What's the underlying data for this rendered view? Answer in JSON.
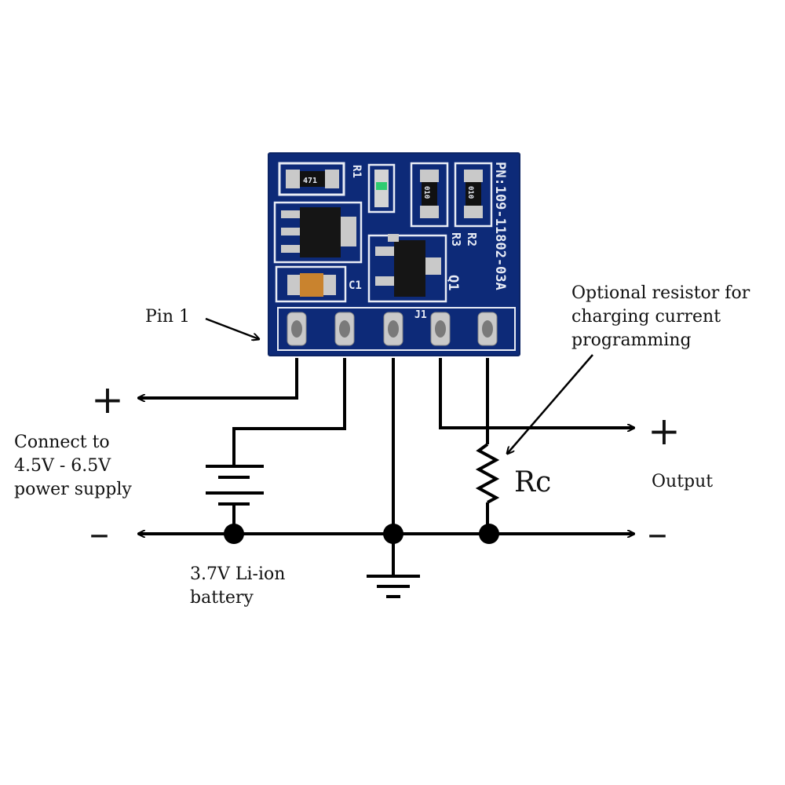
{
  "board": {
    "part_number": "PN:109-11802-03A",
    "labels": {
      "r1": "R1",
      "q1": "Q1",
      "c1": "C1",
      "j1": "J1",
      "r3": "R3",
      "r2": "R2",
      "r1_value": "471",
      "r3_value": "010",
      "r2_value": "010"
    },
    "colors": {
      "pcb": "#0d2a78",
      "pad": "#c9c9c9",
      "silk": "#e8ecf5"
    }
  },
  "labels": {
    "pin1": "Pin 1",
    "input_plus": "+",
    "input_minus": "–",
    "supply_line1": "Connect to",
    "supply_line2": "4.5V - 6.5V",
    "supply_line3": "power supply",
    "battery_line1": "3.7V Li-ion",
    "battery_line2": "battery",
    "resistor_note_line1": "Optional resistor for",
    "resistor_note_line2": "charging current",
    "resistor_note_line3": "programming",
    "rc": "Rc",
    "output_plus": "+",
    "output_minus": "–",
    "output": "Output"
  }
}
